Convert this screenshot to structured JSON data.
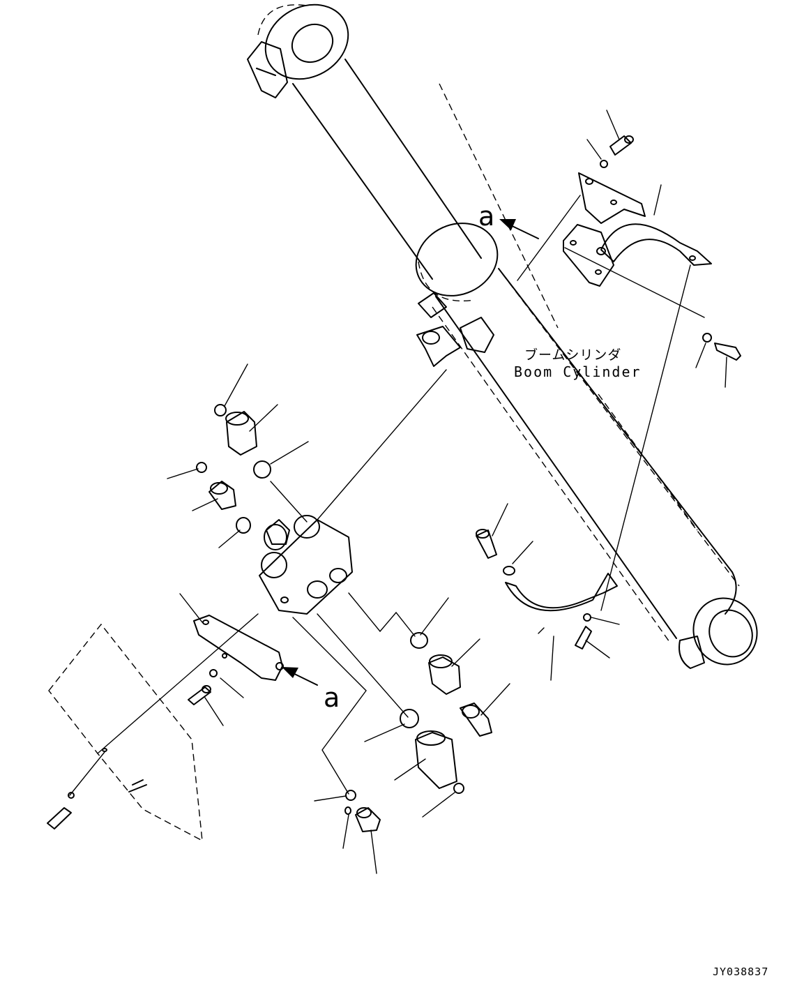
{
  "diagram": {
    "cylinder_label_jp": "ブームシリンダ",
    "cylinder_label_en": "Boom Cylinder",
    "view_marker_top": "a",
    "view_marker_bottom": "a",
    "drawing_number": "JY038837"
  }
}
